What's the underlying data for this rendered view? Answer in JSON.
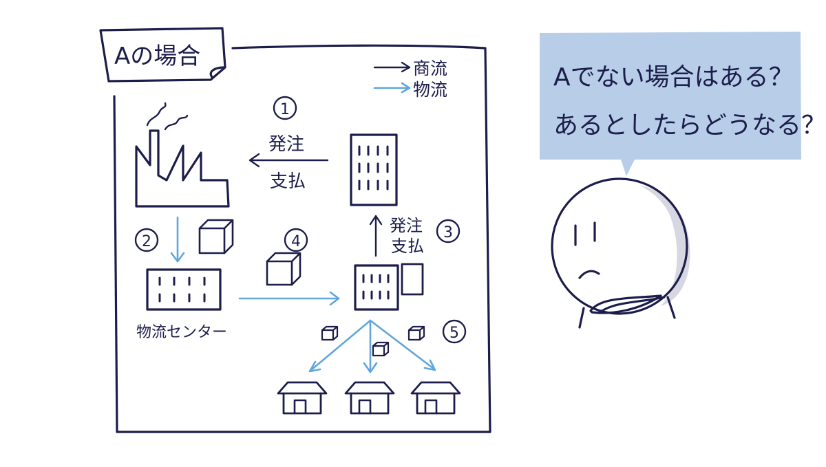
{
  "scenario_title": "Aの場合",
  "legend": {
    "commercial_flow": "商流",
    "logistics_flow": "物流",
    "commercial_color": "#1c1d4a",
    "logistics_color": "#5ea6dc"
  },
  "steps": {
    "s1": "①",
    "s2": "②",
    "s3": "③",
    "s4": "④",
    "s5": "⑤"
  },
  "flows": {
    "order_top": "発注",
    "payment_top": "支払",
    "order_right": "発注",
    "payment_right": "支払"
  },
  "distribution_center_label": "物流センター",
  "speech_bubble": {
    "line1": "Aでない場合はある？",
    "line2": "あるとしたらどうなる？",
    "bubble_color": "#b7cde8"
  }
}
